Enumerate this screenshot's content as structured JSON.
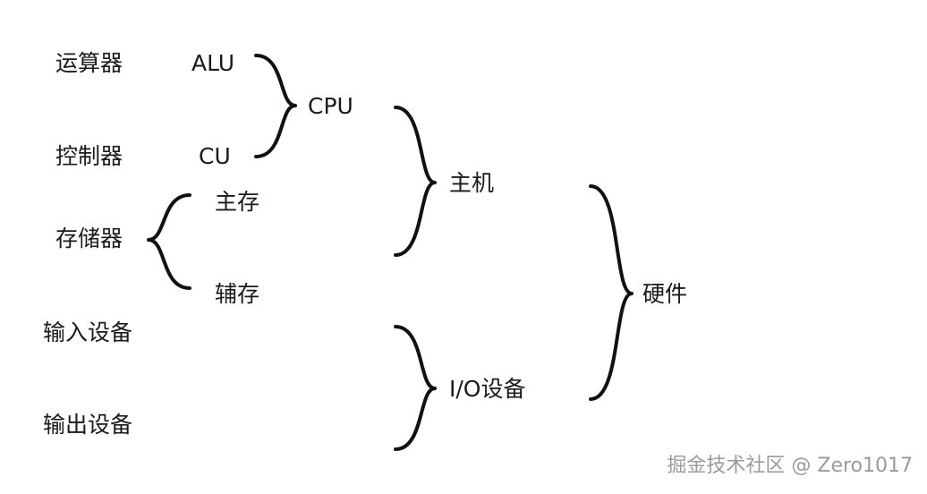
{
  "labels": {
    "alu_cn": "运算器",
    "alu_en": "ALU",
    "cu_cn": "控制器",
    "cu_en": "CU",
    "cpu": "CPU",
    "storage": "存储器",
    "main_memory": "主存",
    "aux_memory": "辅存",
    "host": "主机",
    "input_device": "输入设备",
    "output_device": "输出设备",
    "io_device": "I/O设备",
    "hardware": "硬件"
  },
  "watermark": "掘金技术社区 @ Zero1017"
}
